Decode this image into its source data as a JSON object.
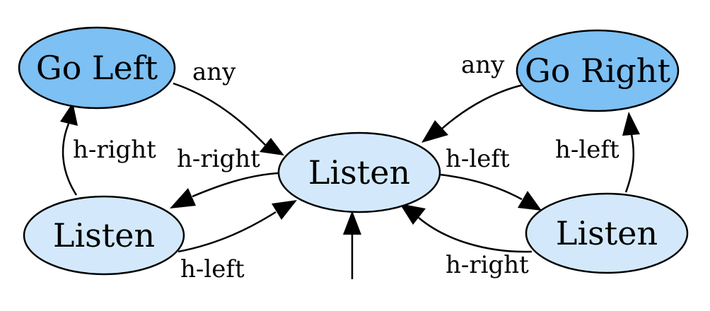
{
  "nodes": {
    "go_left": {
      "label": "Go Left",
      "color": "#7cc0f4"
    },
    "go_right": {
      "label": "Go Right",
      "color": "#7cc0f4"
    },
    "listen_center": {
      "label": "Listen",
      "color": "#d3e9fb"
    },
    "listen_left": {
      "label": "Listen",
      "color": "#d3e9fb"
    },
    "listen_right": {
      "label": "Listen",
      "color": "#d3e9fb"
    }
  },
  "edges": {
    "go_left_to_center": {
      "label": "any"
    },
    "go_right_to_center": {
      "label": "any"
    },
    "center_to_left": {
      "label": "h-right"
    },
    "left_to_center": {
      "label": "h-left"
    },
    "center_to_right": {
      "label": "h-left"
    },
    "right_to_center": {
      "label": "h-right"
    },
    "left_to_go_left": {
      "label": "h-right"
    },
    "right_to_go_right": {
      "label": "h-left"
    },
    "initial_to_center": {
      "label": ""
    }
  }
}
